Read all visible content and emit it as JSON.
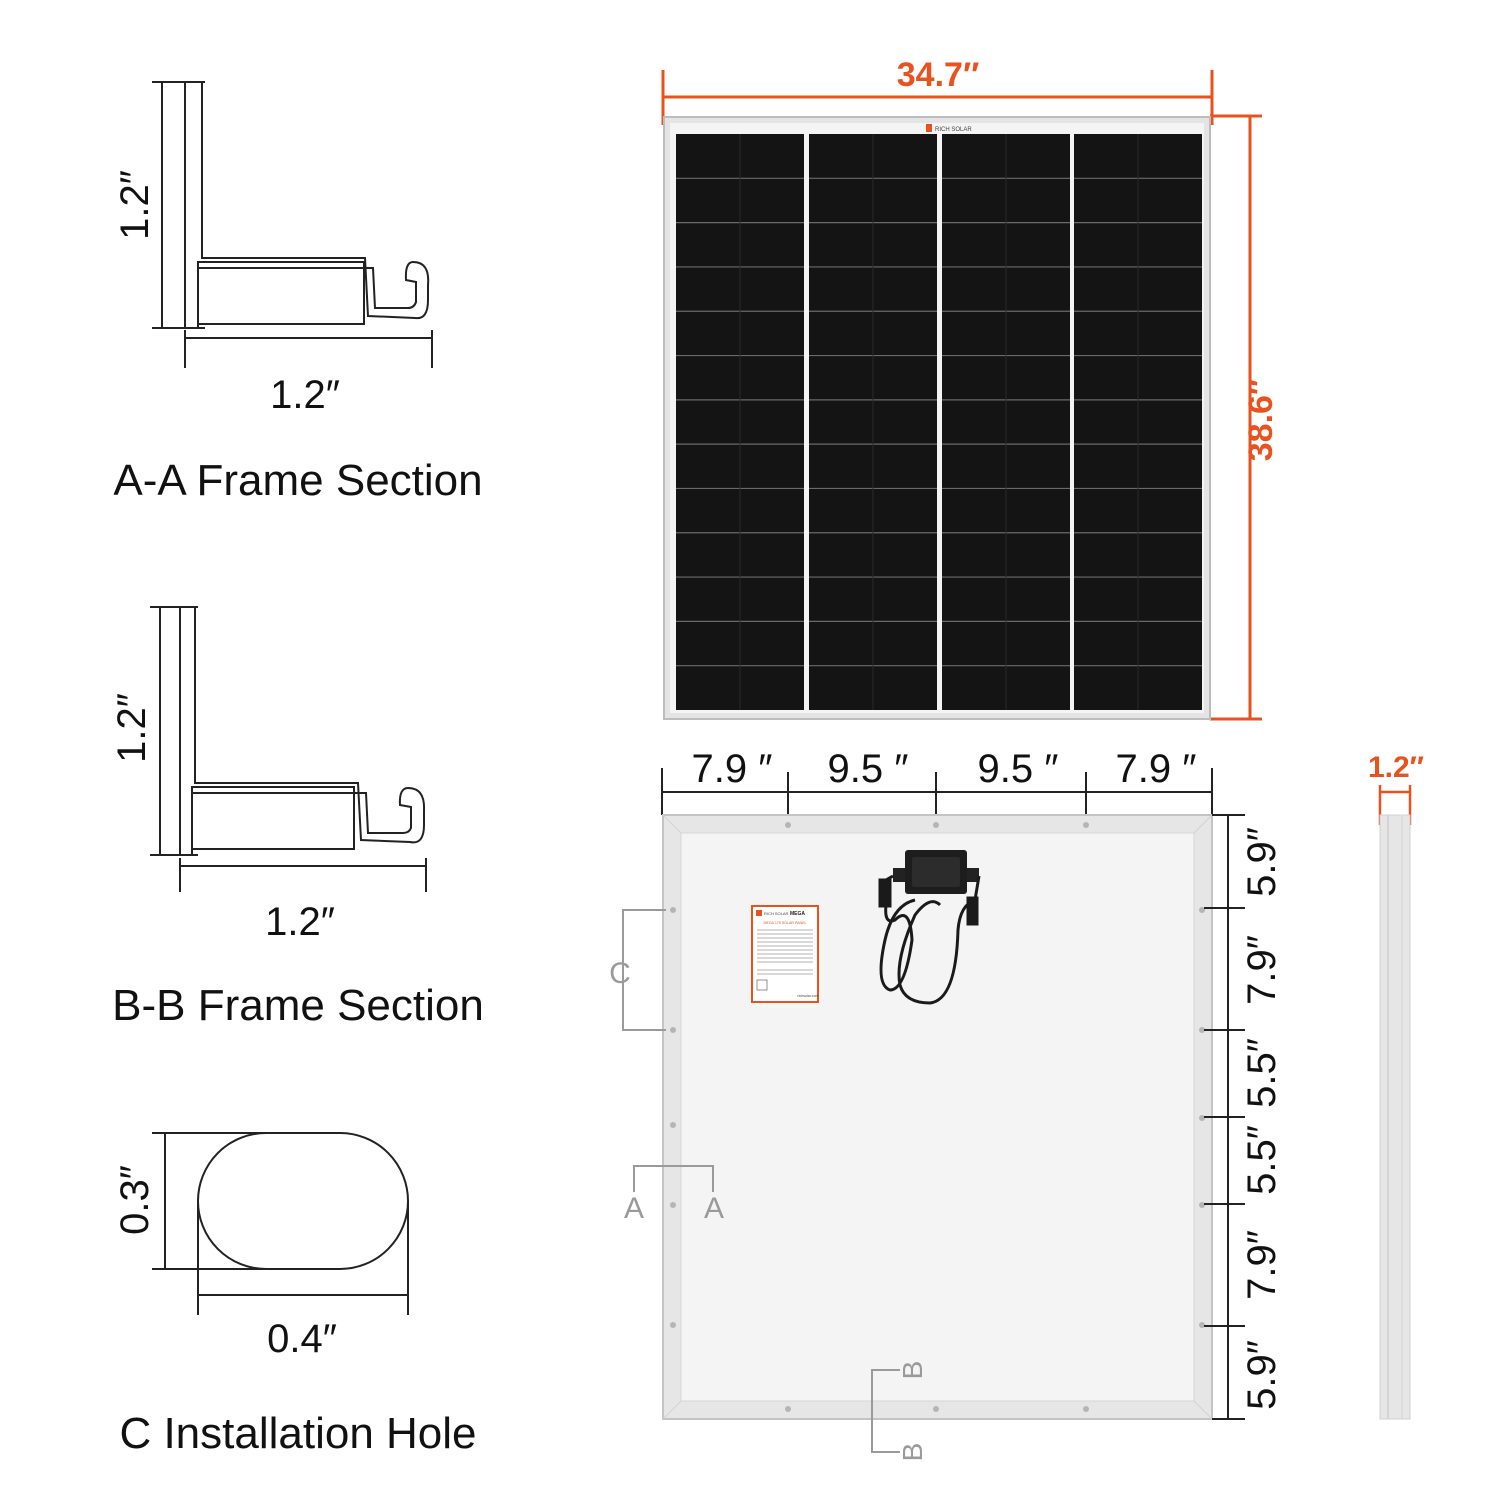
{
  "sections": {
    "aa": {
      "height": "1.2″",
      "width": "1.2″",
      "caption": "A-A Frame Section"
    },
    "bb": {
      "height": "1.2″",
      "width": "1.2″",
      "caption": "B-B Frame Section"
    },
    "c": {
      "height": "0.3″",
      "width": "0.4″",
      "caption": "C Installation Hole"
    }
  },
  "front_panel": {
    "width": "34.7″",
    "height": "38.6″",
    "logo": "RICH SOLAR"
  },
  "back_panel": {
    "top_dims": [
      "7.9 ″",
      "9.5 ″",
      "9.5 ″",
      "7.9 ″"
    ],
    "right_dims": [
      "5.9″",
      "7.9″",
      "5.5″",
      "5.5″",
      "7.9″",
      "5.9″"
    ],
    "markers": {
      "c": "C",
      "a_left": "A",
      "a_right": "A",
      "b_top": "B",
      "b_bottom": "B"
    },
    "label": {
      "brand": "RICH SOLAR",
      "series": "MEGA",
      "title": "MEGA 175 SOLAR PANEL",
      "website": "richsolar.com"
    }
  },
  "side_profile": {
    "thickness": "1.2″"
  },
  "colors": {
    "accent": "#e8521e",
    "cell": "#141414",
    "frame": "#d9d9d9",
    "backsheet": "#f4f4f4"
  }
}
